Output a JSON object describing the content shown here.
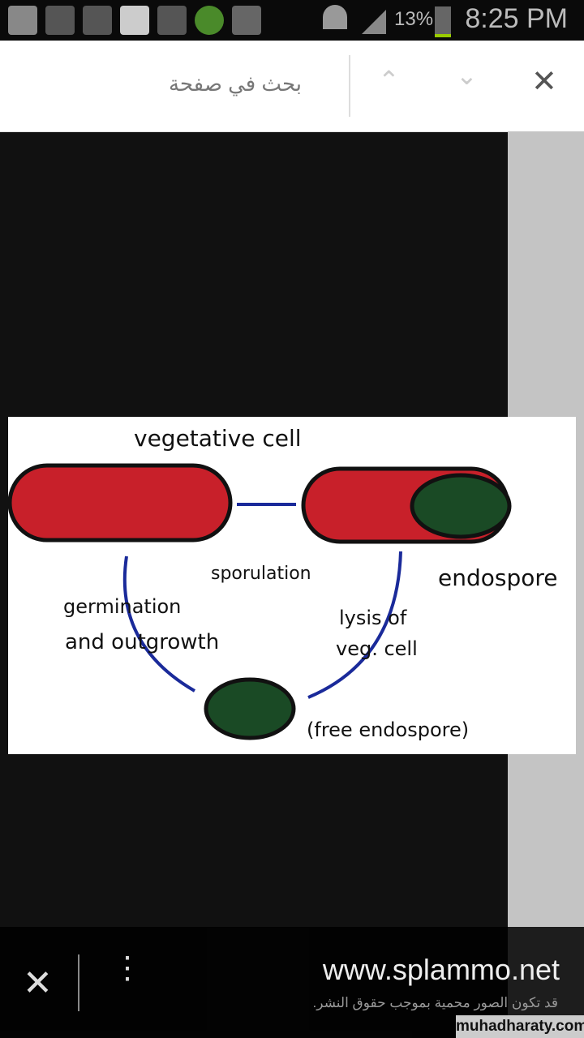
{
  "status_bar": {
    "battery": "13%",
    "time": "8:25 PM"
  },
  "find_bar": {
    "placeholder": "بحث في صفحة",
    "up": "⌃",
    "down": "⌄",
    "close": "✕"
  },
  "diagram": {
    "labels": {
      "vegetative_cell": "vegetative cell",
      "sporulation": "sporulation",
      "endospore": "endospore",
      "germination": "germination",
      "outgrowth": "and outgrowth",
      "lysis": "lysis of",
      "veg_cell": "veg. cell",
      "free_endospore": "(free endospore)"
    }
  },
  "bottom_bar": {
    "close": "✕",
    "more": "⋮",
    "site": "www.splammo.net",
    "copyright": "قد تكون الصور محمية بموجب حقوق النشر."
  },
  "watermark": "muhadharaty.com"
}
